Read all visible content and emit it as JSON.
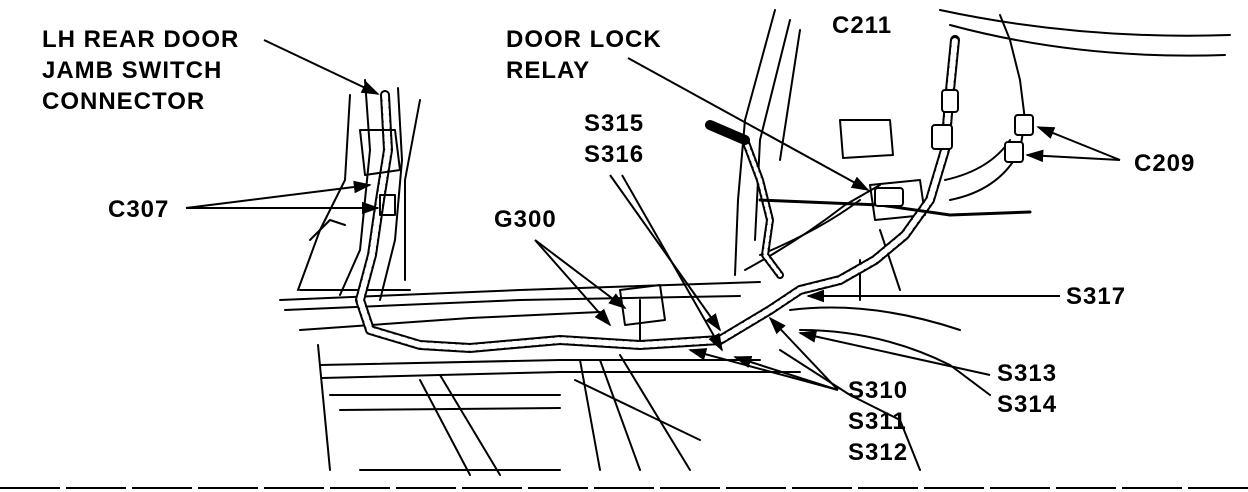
{
  "labels": {
    "lh_rear_door": [
      "LH REAR DOOR",
      "JAMB SWITCH",
      "CONNECTOR"
    ],
    "door_lock_relay": [
      "DOOR LOCK",
      "RELAY"
    ],
    "c211": "C211",
    "s315_s316": [
      "S315",
      "S316"
    ],
    "c209": "C209",
    "c307": "C307",
    "g300": "G300",
    "s317": "S317",
    "s313_s314": [
      "S313",
      "S314"
    ],
    "s310_s312": [
      "S310",
      "S311",
      "S312"
    ]
  },
  "colors": {
    "ink": "#000000",
    "paper": "#ffffff"
  }
}
